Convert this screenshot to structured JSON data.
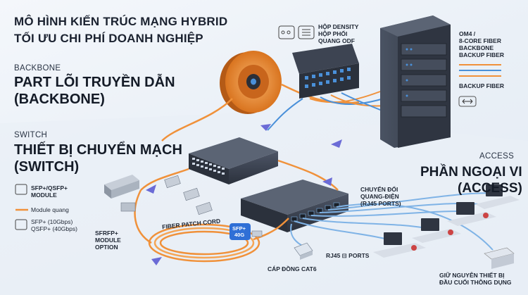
{
  "title": {
    "line1": "MÔ HÌNH KIẾN TRÚC MẠNG HYBRID",
    "line2": "TỐI ƯU CHI PHÍ DOANH NGHIỆP"
  },
  "backbone": {
    "small": "BACKBONE",
    "line1": "PART LÕI  TRUYỀN DẪN",
    "line2": "(BACKBONE)"
  },
  "switch_section": {
    "small": "SWITCH",
    "line1": "THIẾT BỊ CHUYỂN MẠCH",
    "line2": "(SWITCH)"
  },
  "access": {
    "small": "ACCESS",
    "line1": "PHẦN NGOẠI VI",
    "line2": "(ACCESS)"
  },
  "odf": {
    "line1": "HỘP DENSITY",
    "line2": "HỘP PHỐI",
    "line3": "QUANG ODF"
  },
  "rack_legend": {
    "line1": "OM4 /",
    "line2": "8-CORE FIBER",
    "line3": "BACKBONE",
    "line4": "BACKUP FIBER",
    "line5": "BACKUP FIBER"
  },
  "left_legend": {
    "sfp_qsfp_1": "SFP+/QSFP+",
    "sfp_qsfp_2": "MODULE",
    "module_quang": "Module quang",
    "speeds_1": "SFP+ (10Gbps)",
    "speeds_2": "QSFP+ (40Gbps)",
    "sfrfp_1": "SFRFP+",
    "sfrfp_2": "MODULE",
    "sfrfp_3": "OPTION"
  },
  "labels": {
    "patch_cord": "FIBER PATCH CORD",
    "sfp_badge_1": "SFP+",
    "sfp_badge_2": "40G",
    "converter_1": "CHUYỂN ĐỔI",
    "converter_2": "QUANG-ĐIỆN",
    "converter_3": "(RJ45 PORTS)",
    "rj45_ports": "RJ45 ⊟ PORTS",
    "cat6": "CÁP ĐỒNG CAT6",
    "keep_1": "GIỮ NGUYÊN THIẾT BỊ",
    "keep_2": "ĐẦU CUỐI THÔNG DỤNG"
  },
  "colors": {
    "fiber_orange": "#f0913a",
    "fiber_blue": "#4a90d9",
    "copper_blue": "#7fb3e6",
    "rack_dark": "#3b4352",
    "accent_arrow": "#6b6bd6"
  },
  "icons": [
    "server-rack-icon",
    "odf-panel-icon",
    "fiber-spool-icon",
    "switch-icon",
    "access-switch-icon",
    "sfp-module-icon",
    "rj45-connector-icon",
    "workstation-icon",
    "printer-icon",
    "bidirectional-arrow-icon"
  ]
}
